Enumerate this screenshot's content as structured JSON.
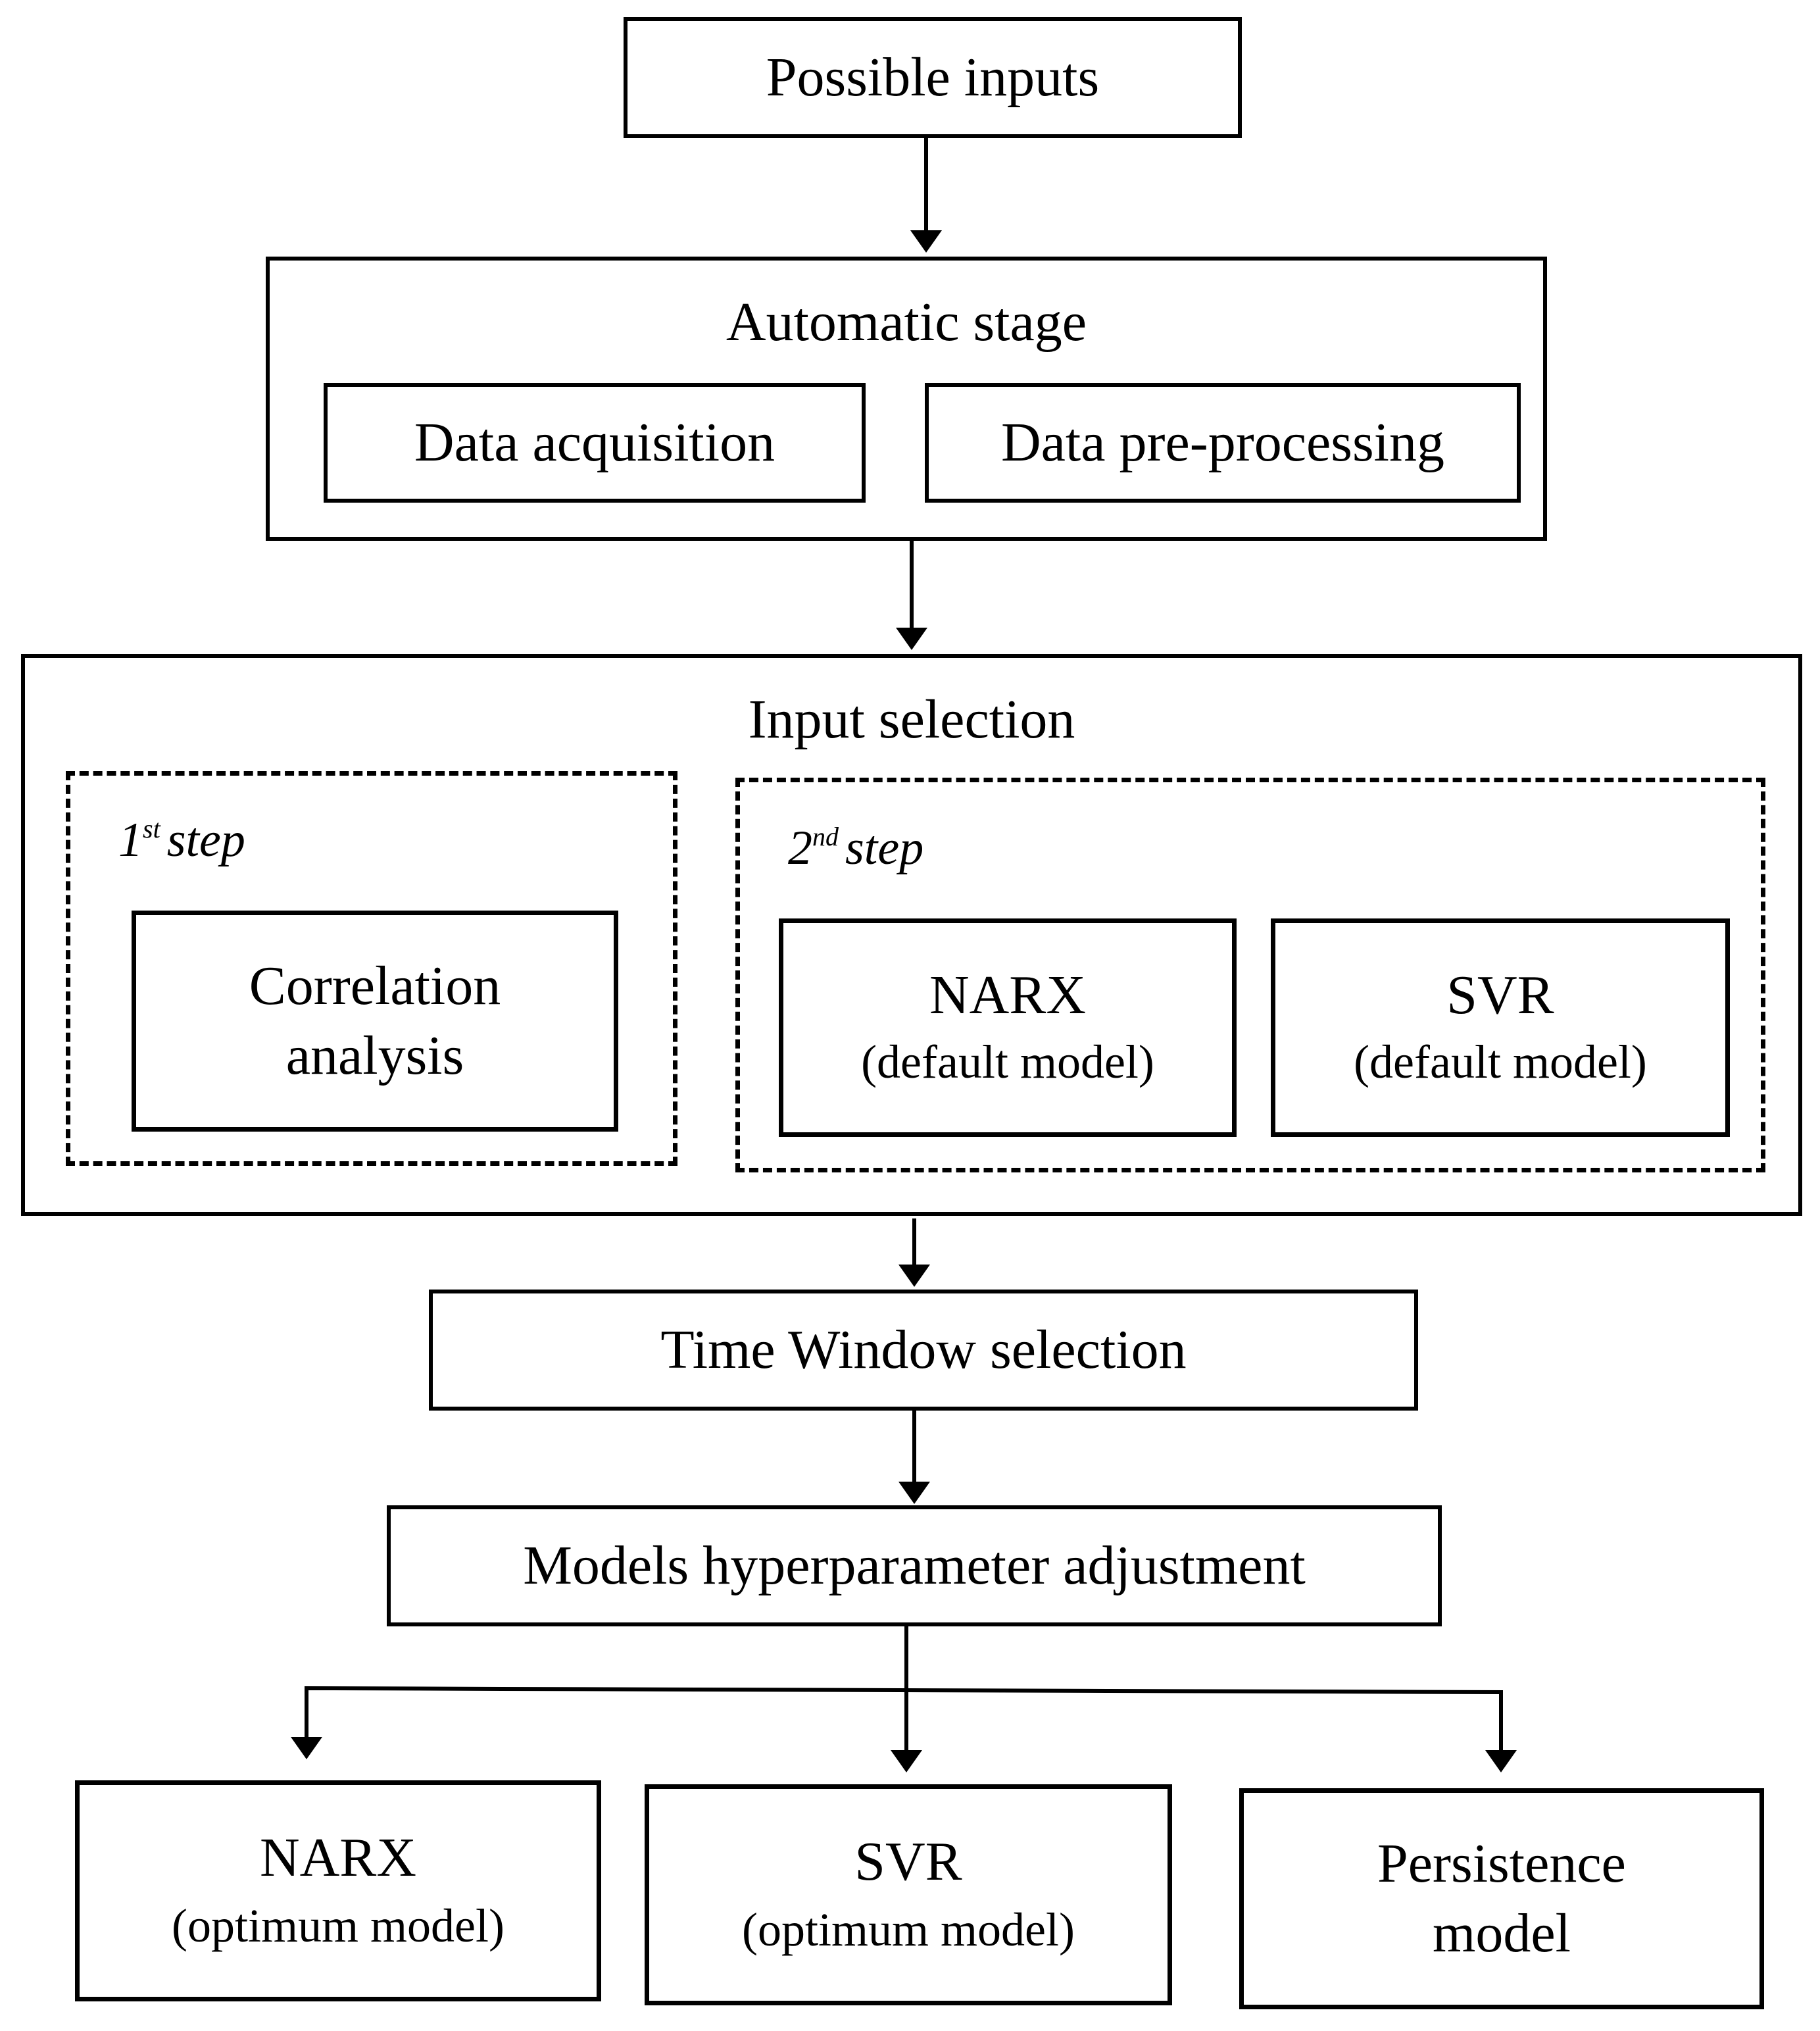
{
  "nodes": {
    "possible_inputs": "Possible inputs",
    "automatic_stage": {
      "title": "Automatic stage",
      "data_acquisition": "Data acquisition",
      "data_preprocessing": "Data pre-processing"
    },
    "input_selection": {
      "title": "Input selection",
      "step1": {
        "num": "1",
        "sup": "st",
        "label": "step",
        "correlation_line1": "Correlation",
        "correlation_line2": "analysis"
      },
      "step2": {
        "num": "2",
        "sup": "nd",
        "label": "step",
        "narx": "NARX",
        "narx_sub": "(default model)",
        "svr": "SVR",
        "svr_sub": "(default model)"
      }
    },
    "time_window": "Time Window selection",
    "hyperparameter": "Models hyperparameter adjustment",
    "outputs": {
      "narx": "NARX",
      "narx_sub": "(optimum model)",
      "svr": "SVR",
      "svr_sub": "(optimum model)",
      "persistence_line1": "Persistence",
      "persistence_line2": "model"
    }
  }
}
